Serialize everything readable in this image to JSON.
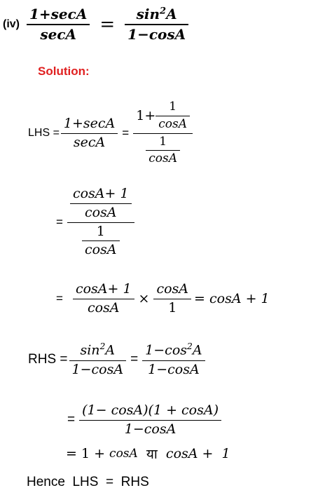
{
  "problem": {
    "label": "(iv)",
    "lhs_num": "1+secA",
    "lhs_den": "secA",
    "equals": "=",
    "rhs_num_base": "sin",
    "rhs_num_exp": "2",
    "rhs_num_var": "A",
    "rhs_den": "1−cosA"
  },
  "solution_heading": "Solution:",
  "step1": {
    "lhs_label": "LHS =",
    "f1_num": "1+secA",
    "f1_den": "secA",
    "eq": "=",
    "f2_num_lead": "1+",
    "f2_num_inner_num": "1",
    "f2_num_inner_den": "cosA",
    "f2_den_num": "1",
    "f2_den_den": "cosA"
  },
  "step2": {
    "eq": "=",
    "top_num": "cosA+ 1",
    "top_den": "cosA",
    "bot_num": "1",
    "bot_den": "cosA"
  },
  "step3": {
    "eq": "=",
    "f1_num": "cosA+ 1",
    "f1_den": "cosA",
    "times": "×",
    "f2_num": "cosA",
    "f2_den": "1",
    "result": "= cosA +  1"
  },
  "step4": {
    "rhs_label": "RHS =",
    "f1_num_base": "sin",
    "f1_num_exp": "2",
    "f1_num_var": "A",
    "f1_den": "1−cosA",
    "eq": "=",
    "f2_num_base": "1−cos",
    "f2_num_exp": "2",
    "f2_num_var": "A",
    "f2_den": "1−cosA"
  },
  "step5": {
    "eq": "=",
    "num": "(1− cosA)(1 + cosA)",
    "den": "1−cosA"
  },
  "step6": {
    "text_a": "= 1 + ",
    "text_b": "cosA",
    "text_c": "  या  ",
    "text_d": "cosA +  1"
  },
  "conclusion": "Hence  LHS  =  RHS"
}
